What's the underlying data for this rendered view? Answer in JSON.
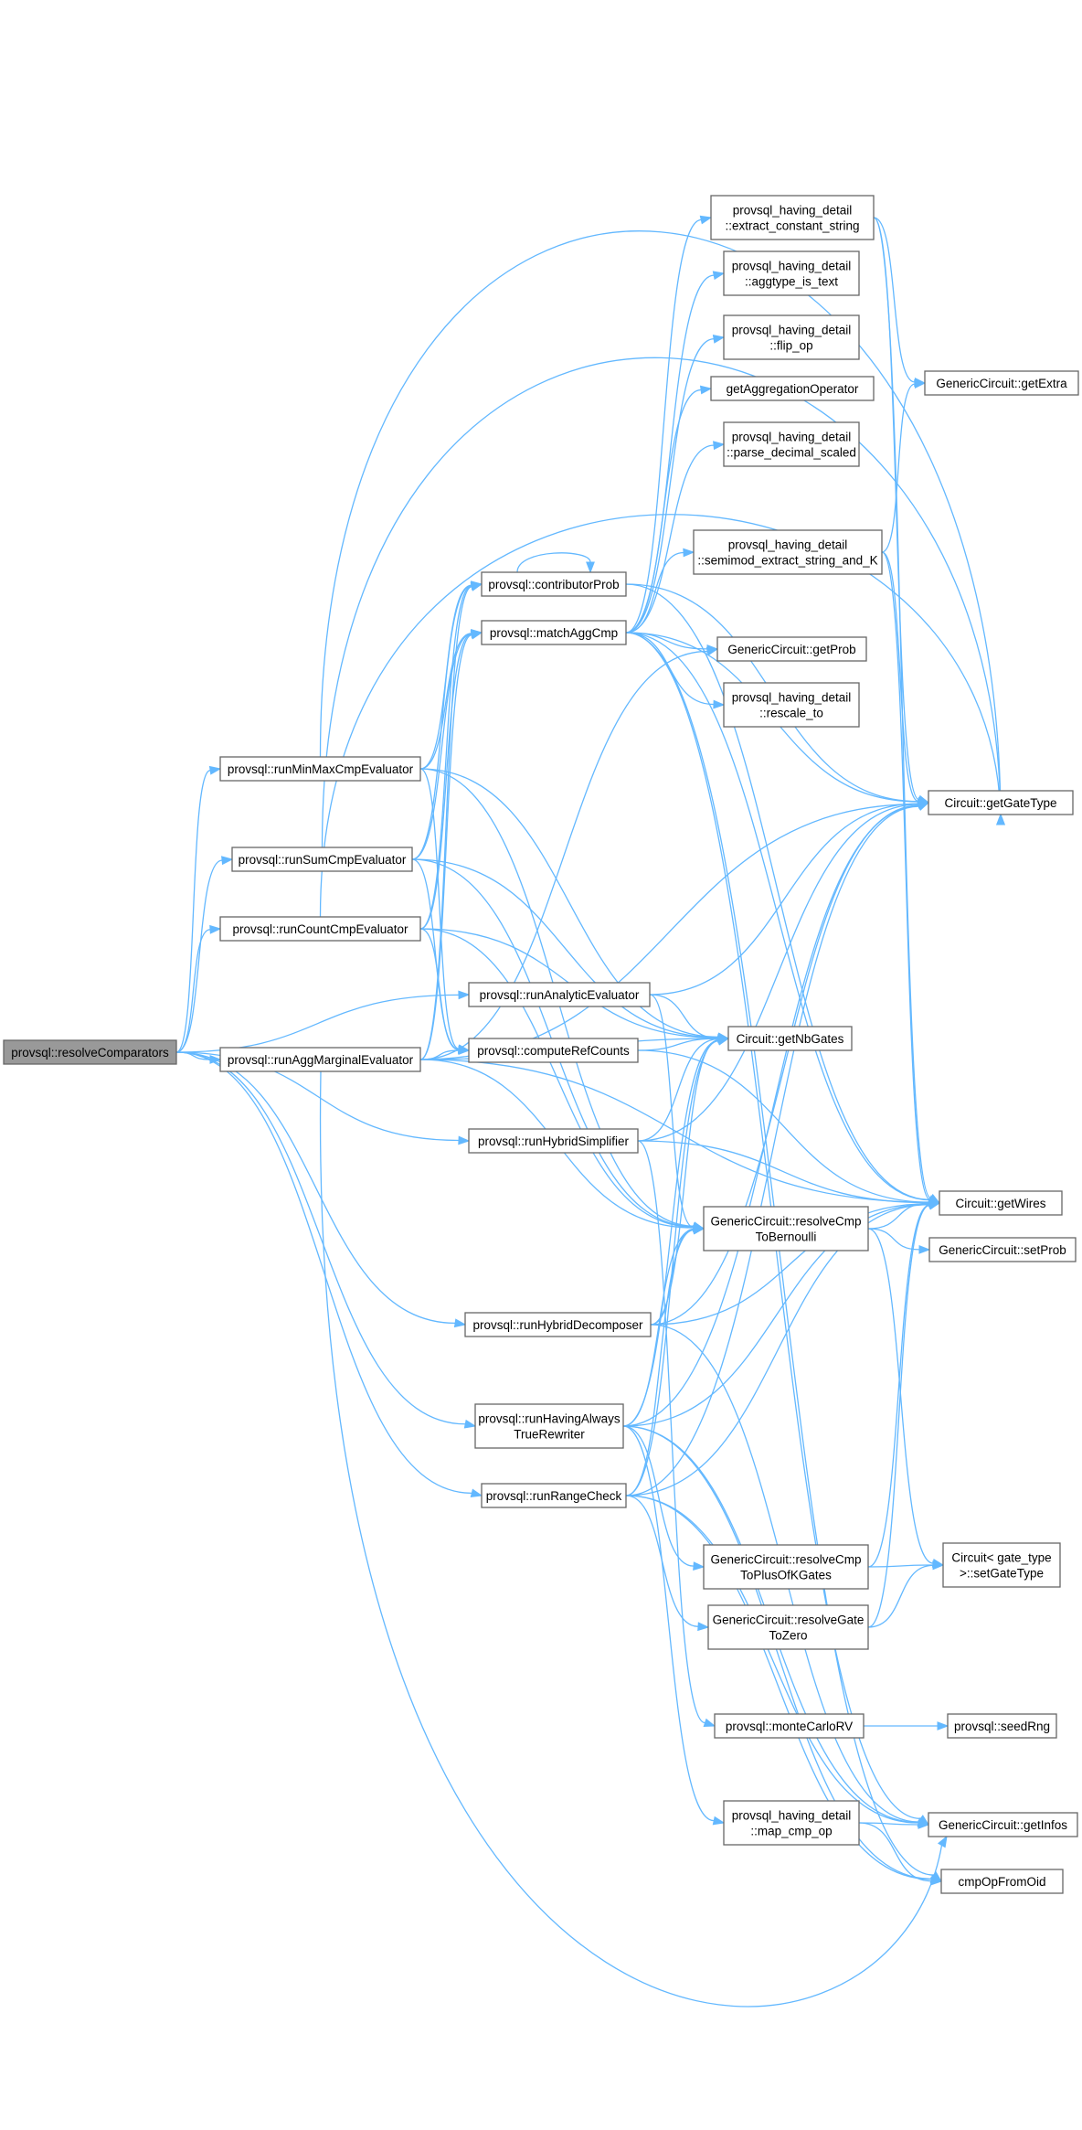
{
  "graph": {
    "edge_color": "#63b8ff",
    "root_fill": "#999999",
    "nodes": [
      {
        "id": "resolveComparators",
        "lines": [
          "provsql::resolveComparators"
        ]
      },
      {
        "id": "runMinMax",
        "lines": [
          "provsql::runMinMaxCmpEvaluator"
        ]
      },
      {
        "id": "runSum",
        "lines": [
          "provsql::runSumCmpEvaluator"
        ]
      },
      {
        "id": "runCount",
        "lines": [
          "provsql::runCountCmpEvaluator"
        ]
      },
      {
        "id": "runAggMarginal",
        "lines": [
          "provsql::runAggMarginalEvaluator"
        ]
      },
      {
        "id": "runAnalytic",
        "lines": [
          "provsql::runAnalyticEvaluator"
        ]
      },
      {
        "id": "contributorProb",
        "lines": [
          "provsql::contributorProb"
        ]
      },
      {
        "id": "matchAggCmp",
        "lines": [
          "provsql::matchAggCmp"
        ]
      },
      {
        "id": "computeRefCounts",
        "lines": [
          "provsql::computeRefCounts"
        ]
      },
      {
        "id": "runHybridSimplifier",
        "lines": [
          "provsql::runHybridSimplifier"
        ]
      },
      {
        "id": "runHybridDecomposer",
        "lines": [
          "provsql::runHybridDecomposer"
        ]
      },
      {
        "id": "runHavingAlways",
        "lines": [
          "provsql::runHavingAlways",
          "TrueRewriter"
        ]
      },
      {
        "id": "runRangeCheck",
        "lines": [
          "provsql::runRangeCheck"
        ]
      },
      {
        "id": "extractConstString",
        "lines": [
          "provsql_having_detail",
          "::extract_constant_string"
        ]
      },
      {
        "id": "aggtypeIsText",
        "lines": [
          "provsql_having_detail",
          "::aggtype_is_text"
        ]
      },
      {
        "id": "flipOp",
        "lines": [
          "provsql_having_detail",
          "::flip_op"
        ]
      },
      {
        "id": "getAggregationOperator",
        "lines": [
          "getAggregationOperator"
        ]
      },
      {
        "id": "parseDecimalScaled",
        "lines": [
          "provsql_having_detail",
          "::parse_decimal_scaled"
        ]
      },
      {
        "id": "semimodExtract",
        "lines": [
          "provsql_having_detail",
          "::semimod_extract_string_and_K"
        ]
      },
      {
        "id": "getProb",
        "lines": [
          "GenericCircuit::getProb"
        ]
      },
      {
        "id": "rescaleTo",
        "lines": [
          "provsql_having_detail",
          "::rescale_to"
        ]
      },
      {
        "id": "getNbGates",
        "lines": [
          "Circuit::getNbGates"
        ]
      },
      {
        "id": "resolveCmpBernoulli",
        "lines": [
          "GenericCircuit::resolveCmp",
          "ToBernoulli"
        ]
      },
      {
        "id": "resolveCmpPlusOfK",
        "lines": [
          "GenericCircuit::resolveCmp",
          "ToPlusOfKGates"
        ]
      },
      {
        "id": "resolveGateZero",
        "lines": [
          "GenericCircuit::resolveGate",
          "ToZero"
        ]
      },
      {
        "id": "monteCarloRV",
        "lines": [
          "provsql::monteCarloRV"
        ]
      },
      {
        "id": "mapCmpOp",
        "lines": [
          "provsql_having_detail",
          "::map_cmp_op"
        ]
      },
      {
        "id": "getExtra",
        "lines": [
          "GenericCircuit::getExtra"
        ]
      },
      {
        "id": "getGateType",
        "lines": [
          "Circuit::getGateType"
        ]
      },
      {
        "id": "getWires",
        "lines": [
          "Circuit::getWires"
        ]
      },
      {
        "id": "setProb",
        "lines": [
          "GenericCircuit::setProb"
        ]
      },
      {
        "id": "setGateType",
        "lines": [
          "Circuit< gate_type",
          ">::setGateType"
        ]
      },
      {
        "id": "seedRng",
        "lines": [
          "provsql::seedRng"
        ]
      },
      {
        "id": "getInfos",
        "lines": [
          "GenericCircuit::getInfos"
        ]
      },
      {
        "id": "cmpOpFromOid",
        "lines": [
          "cmpOpFromOid"
        ]
      }
    ]
  }
}
